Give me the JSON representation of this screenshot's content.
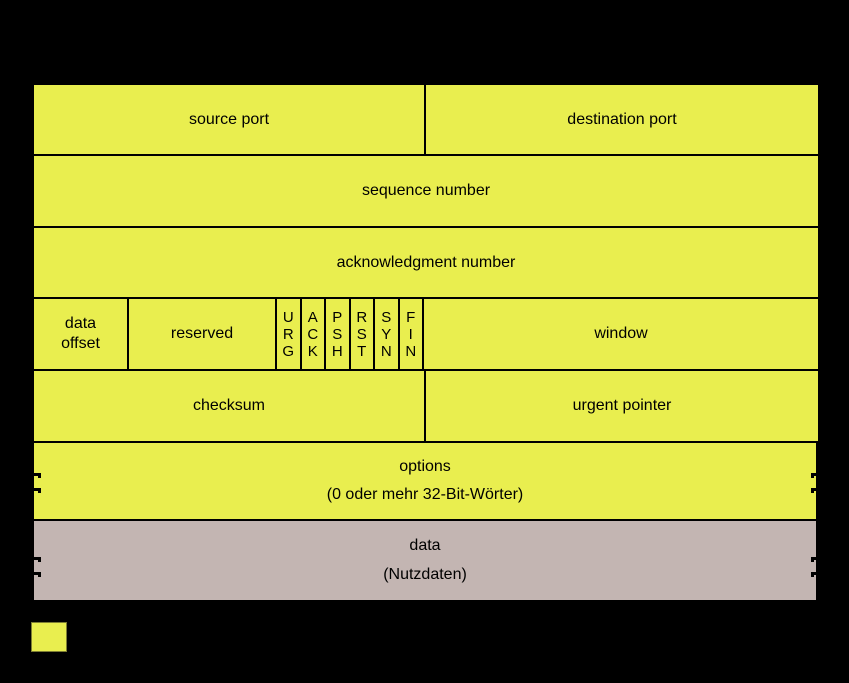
{
  "diagram": {
    "background": "#000000",
    "field_fill": "#e9ee4f",
    "payload_fill": "#c3b5b2",
    "border_color": "#000000",
    "text_color": "#000000",
    "rows": {
      "row1": {
        "source_port": "source port",
        "destination_port": "destination port"
      },
      "row2": {
        "sequence_number": "sequence number"
      },
      "row3": {
        "acknowledgment_number": "acknowledgment number"
      },
      "row4": {
        "data_offset_line1": "data",
        "data_offset_line2": "offset",
        "reserved": "reserved",
        "flags": [
          "URG",
          "ACK",
          "PSH",
          "RST",
          "SYN",
          "FIN"
        ],
        "window": "window"
      },
      "row5": {
        "checksum": "checksum",
        "urgent_pointer": "urgent pointer"
      },
      "row6": {
        "title": "options",
        "subtitle": "(0 oder mehr 32-Bit-Wörter)"
      },
      "row7": {
        "title": "data",
        "subtitle": "(Nutzdaten)"
      }
    },
    "legend": {
      "swatch_color": "#e9ee4f"
    }
  }
}
